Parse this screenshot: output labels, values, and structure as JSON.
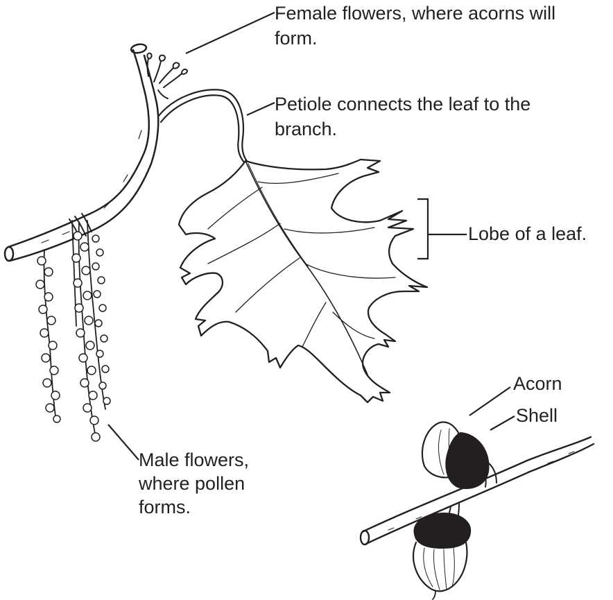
{
  "labels": {
    "female_flowers_line1": "Female flowers, where acorns will",
    "female_flowers_line2": "form.",
    "petiole_line1": "Petiole connects the leaf to the",
    "petiole_line2": "branch.",
    "lobe": "Lobe of a leaf.",
    "acorn": "Acorn",
    "shell": "Shell",
    "male_flowers_line1": "Male flowers,",
    "male_flowers_line2": "where pollen",
    "male_flowers_line3": "forms."
  },
  "colors": {
    "ink": "#231f20",
    "background": "#ffffff"
  }
}
